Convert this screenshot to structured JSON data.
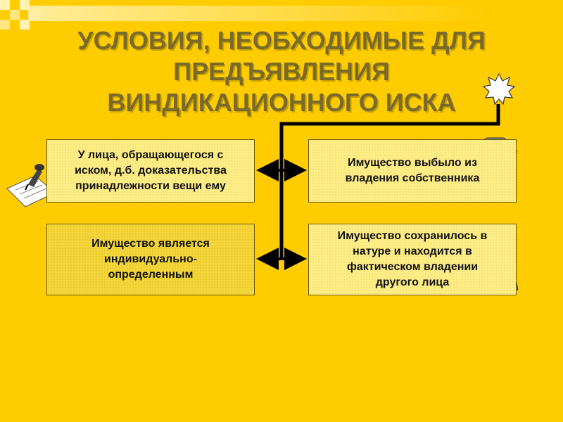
{
  "title": {
    "line1": "УСЛОВИЯ, НЕОБХОДИМЫЕ ДЛЯ",
    "line2": "ПРЕДЪЯВЛЕНИЯ",
    "line3": "ВИНДИКАЦИОННОГО ИСКА"
  },
  "boxes": {
    "evidence": "У лица, обращающегося с\nиском, д.б. доказательства\nпринадлежности вещи ему",
    "left_possession": "Имущество выбыло из\nвладения собственника",
    "individual": "Имущество является\nиндивидуально-\nопределенным",
    "preserved": "Имущество сохранилось в\nнатуре и находится в\nфактическом владении\nдругого лица"
  },
  "colors": {
    "background": "#FFCC00",
    "box_fill": "#FFEE88",
    "title_text": "#7A6A2A",
    "connector": "#000000"
  },
  "icons": [
    "burst-icon",
    "car-icon",
    "writing-hand-icon"
  ]
}
